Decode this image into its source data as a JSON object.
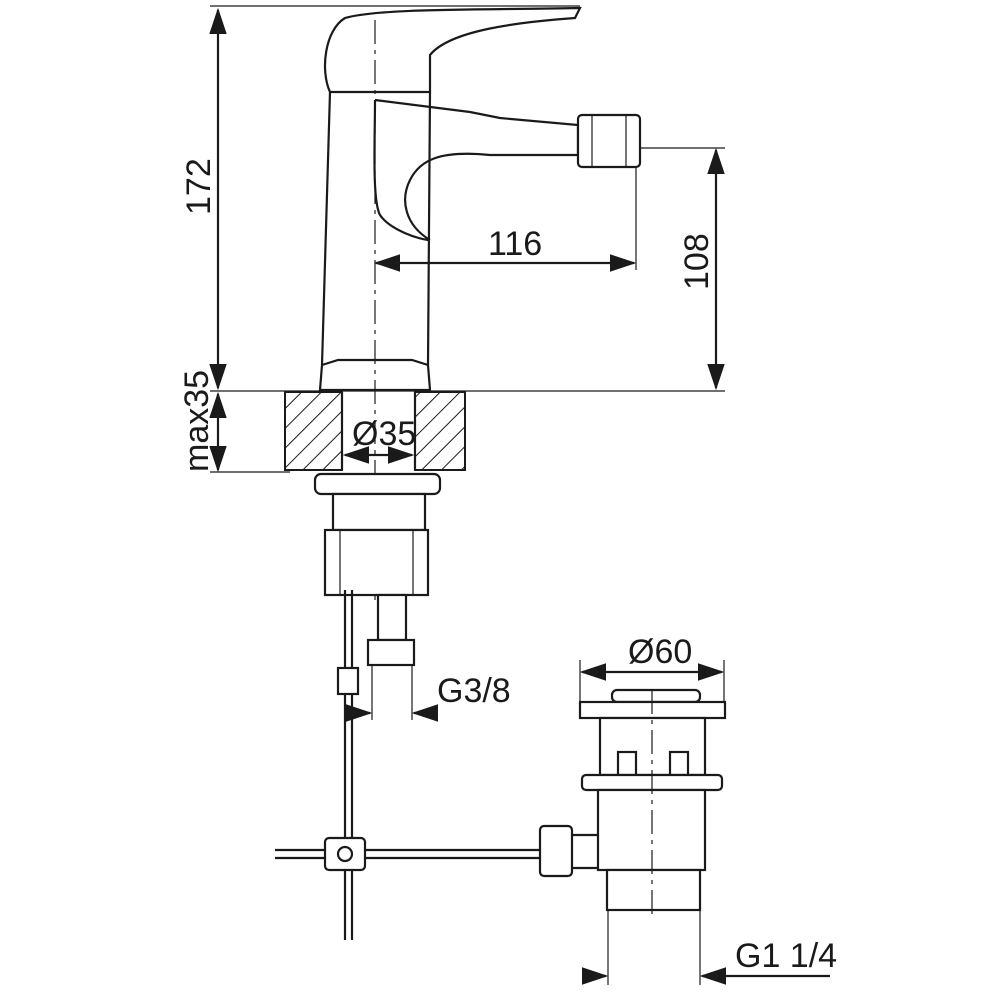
{
  "title": "Bidet mixer technical drawing",
  "dimensions": {
    "height_total": "172",
    "spout_reach": "116",
    "spout_height": "108",
    "max_thickness": "max35",
    "hole_diameter": "Ø35",
    "connection_thread": "G3/8",
    "drain_diameter": "Ø60",
    "drain_thread": "G1 1/4"
  },
  "colors": {
    "line": "#1a1a1a",
    "background": "#ffffff"
  }
}
